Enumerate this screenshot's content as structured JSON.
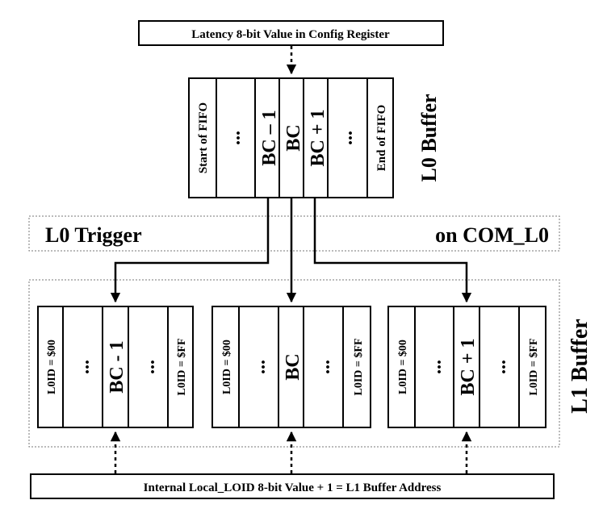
{
  "top_label": "Latency 8-bit Value in Config Register",
  "bottom_label": "Internal Local_LOID 8-bit Value + 1 = L1 Buffer Address",
  "l0_trigger_label": "L0 Trigger",
  "com_l0_label": "on COM_L0",
  "l0_buffer": {
    "title": "L0 Buffer",
    "cells": [
      "Start of FIFO",
      "...",
      "BC – 1",
      "BC",
      "BC + 1",
      "...",
      "End of FIFO"
    ]
  },
  "l1_buffer": {
    "title": "L1 Buffer",
    "buffers": [
      {
        "cells": [
          "L0ID = $00",
          "...",
          "BC - 1",
          "...",
          "L0ID = $FF"
        ]
      },
      {
        "cells": [
          "L0ID = $00",
          "...",
          "BC",
          "...",
          "L0ID = $FF"
        ]
      },
      {
        "cells": [
          "L0ID = $00",
          "...",
          "BC + 1",
          "...",
          "L0ID = $FF"
        ]
      }
    ]
  }
}
